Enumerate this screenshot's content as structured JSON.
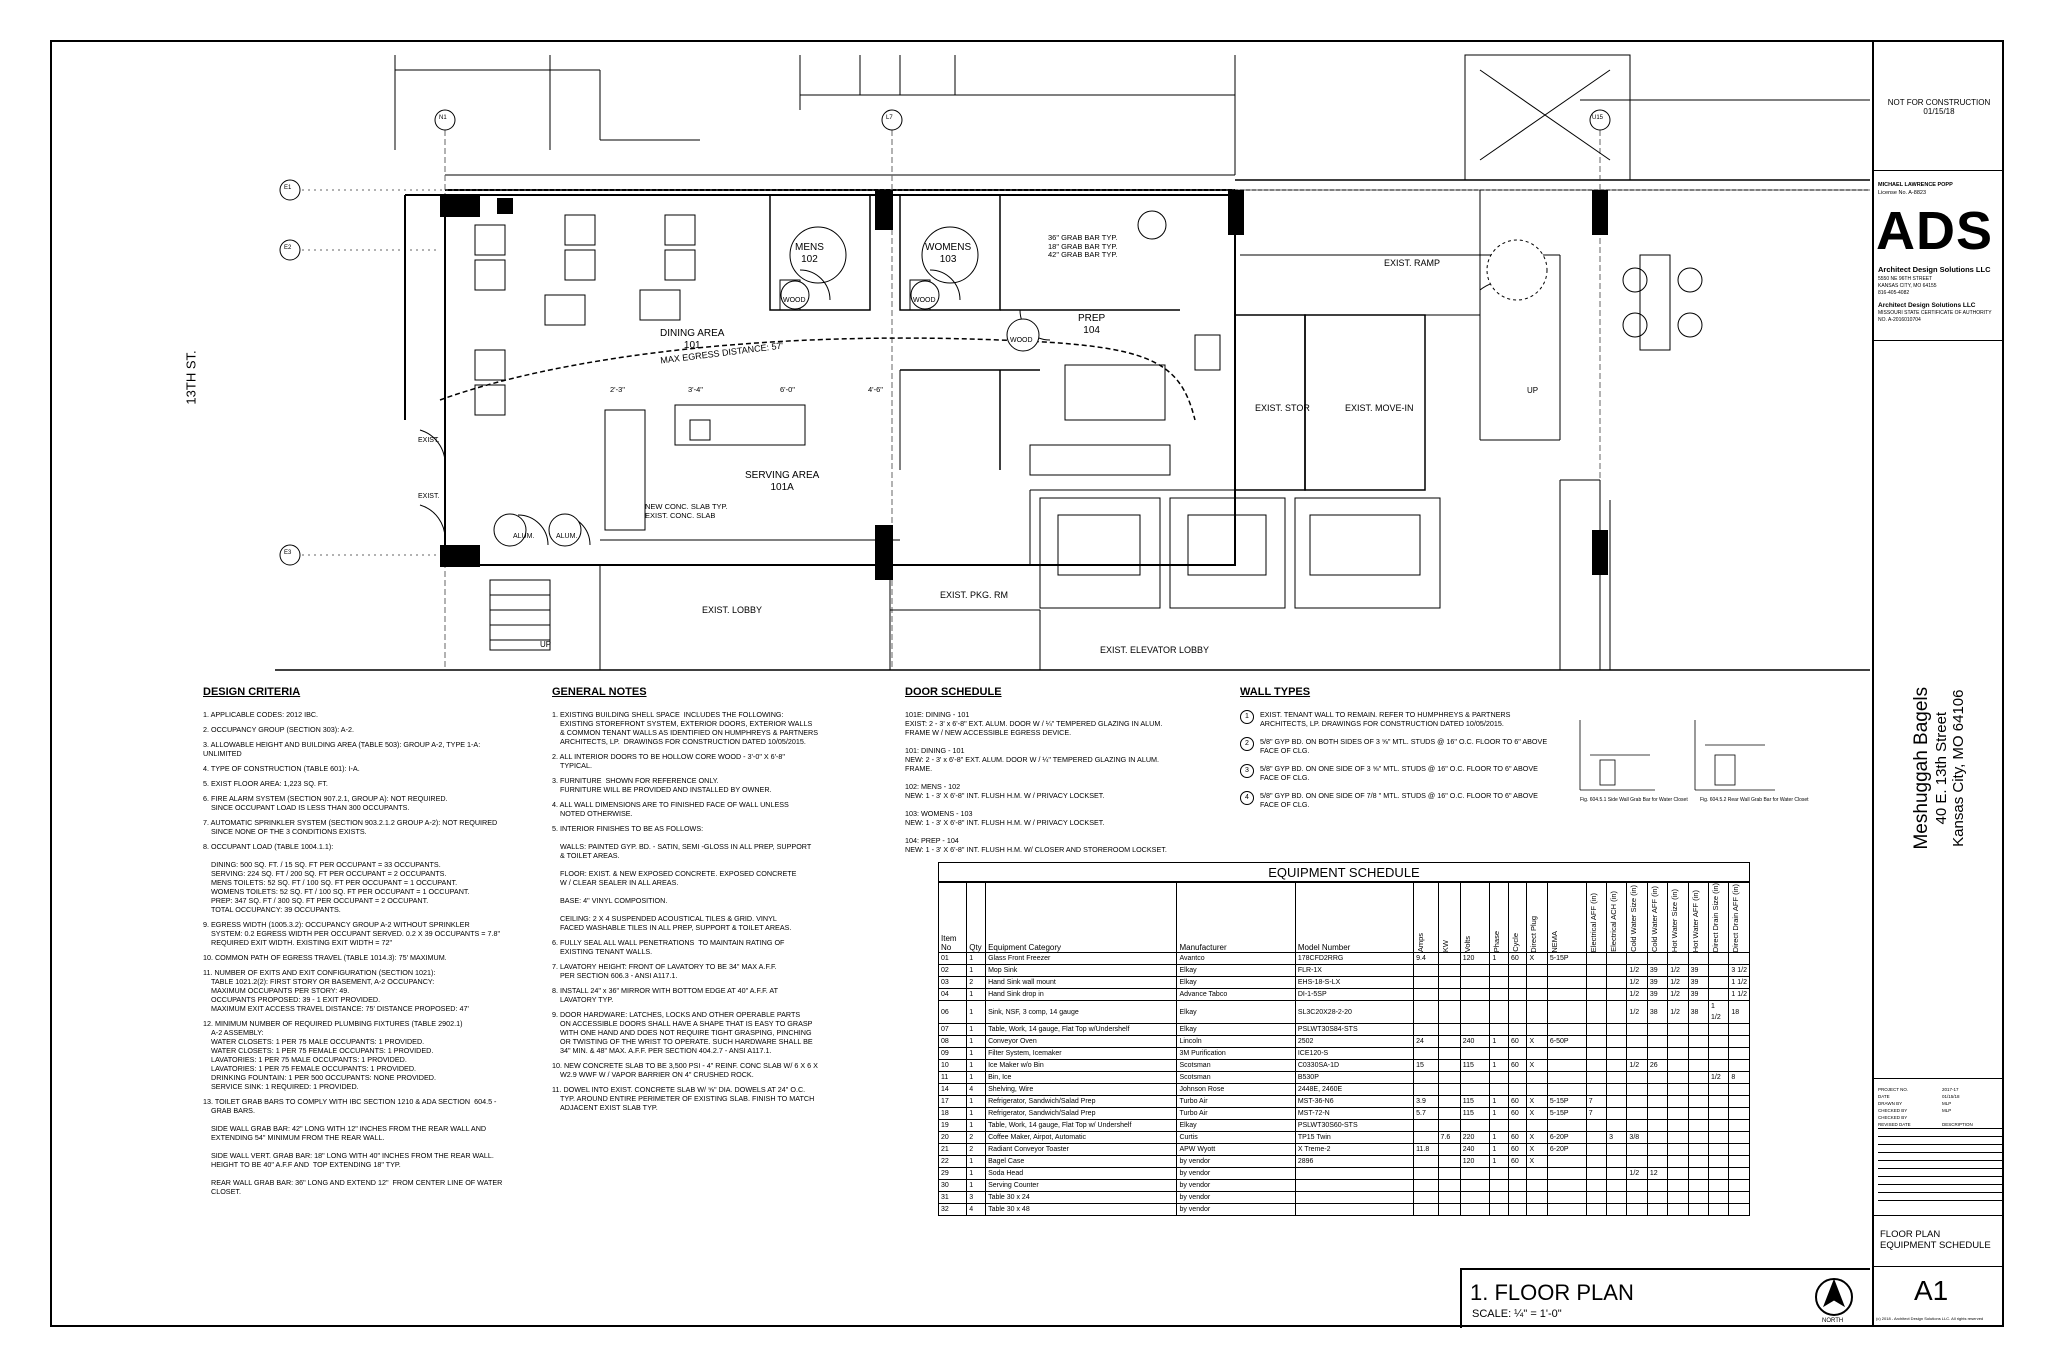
{
  "title_block": {
    "stamp": "NOT FOR CONSTRUCTION",
    "stamp_date": "01/15/18",
    "architect_name": "MICHAEL LAWRENCE POPP",
    "license": "License No. A-8823",
    "logo": "ADS",
    "firm": "Architect Design Solutions LLC",
    "addr1": "5550 NE 96TH STREET",
    "addr2": "KANSAS CITY, MO 64155",
    "phone": "816-405-4082",
    "firm2": "Architect Design Solutions LLC",
    "cert": "MISSOURI STATE CERTIFICATE OF AUTHORITY",
    "cert_no": "NO. A-2016010704",
    "project": "Meshuggah Bagels",
    "street": "40 E. 13th Street",
    "city": "Kansas City, MO 64106",
    "sheet_title_1": "FLOOR PLAN",
    "sheet_title_2": "EQUIPMENT SCHEDULE",
    "sheet_no": "A1",
    "copyright": "(c) 2018 - Architect Design Solutions LLC. All rights reserved",
    "meta": [
      {
        "k": "PROJECT NO.",
        "v": "2017-17"
      },
      {
        "k": "DATE",
        "v": "01/15/18"
      },
      {
        "k": "DRAWN BY",
        "v": "MLP"
      },
      {
        "k": "CHECKED BY",
        "v": "MLP"
      },
      {
        "k": "CHECKED BY",
        "v": ""
      },
      {
        "k": "REVISED DATE",
        "v": "DESCRIPTION"
      }
    ]
  },
  "plan": {
    "street": "13TH ST.",
    "rooms": [
      {
        "label": "DINING AREA",
        "num": "101"
      },
      {
        "label": "MENS",
        "num": "102"
      },
      {
        "label": "WOMENS",
        "num": "103"
      },
      {
        "label": "PREP",
        "num": "104"
      },
      {
        "label": "SERVING AREA",
        "num": "101A"
      }
    ],
    "egress": "MAX EGRESS DISTANCE: 57'",
    "exist_ramp": "EXIST. RAMP",
    "exist_stor": "EXIST. STOR",
    "exist_movein": "EXIST. MOVE-IN",
    "exist_lobby": "EXIST. LOBBY",
    "exist_pkg": "EXIST. PKG. RM",
    "exist_elev": "EXIST. ELEVATOR LOBBY",
    "up": "UP",
    "grab1": "36\" GRAB BAR TYP.",
    "grab2": "18\" GRAB BAR TYP.",
    "grab3": "42\" GRAB BAR TYP.",
    "slab1": "NEW CONC. SLAB TYP.",
    "slab2": "EXIST. CONC. SLAB",
    "door_exist": "EXIST.",
    "door_alum": "ALUM.",
    "door_wood": "WOOD",
    "dims": [
      "2'-3\"",
      "3'-4\"",
      "6'-0\"",
      "4'-6\""
    ],
    "grid": [
      "E1",
      "E2",
      "E3",
      "N1",
      "L7",
      "U15"
    ]
  },
  "design_criteria": {
    "title": "DESIGN CRITERIA",
    "items": [
      "1. APPLICABLE CODES: 2012 IBC.",
      "2. OCCUPANCY GROUP (SECTION 303): A-2.",
      "3. ALLOWABLE HEIGHT AND BUILDING AREA (TABLE 503): GROUP A-2, TYPE 1-A:\nUNLIMITED",
      "4. TYPE OF CONSTRUCTION (TABLE 601): I-A.",
      "5. EXIST FLOOR AREA: 1,223 SQ. FT.",
      "6. FIRE ALARM SYSTEM (SECTION 907.2.1, GROUP A): NOT REQUIRED.\n    SINCE OCCUPANT LOAD IS LESS THAN 300 OCCUPANTS.",
      "7. AUTOMATIC SPRINKLER SYSTEM (SECTION 903.2.1.2 GROUP A-2): NOT REQUIRED\n    SINCE NONE OF THE 3 CONDITIONS EXISTS.",
      "8. OCCUPANT LOAD (TABLE 1004.1.1):\n\n    DINING: 500 SQ. FT. / 15 SQ. FT PER OCCUPANT = 33 OCCUPANTS.\n    SERVING: 224 SQ. FT / 200 SQ. FT PER OCCUPANT = 2 OCCUPANTS.\n    MENS TOILETS: 52 SQ. FT / 100 SQ. FT PER OCCUPANT = 1 OCCUPANT.\n    WOMENS TOILETS: 52 SQ. FT / 100 SQ. FT PER OCCUPANT = 1 OCCUPANT.\n    PREP: 347 SQ. FT / 300 SQ. FT PER OCCUPANT = 2 OCCUPANT.\n    TOTAL OCCUPANCY: 39 OCCUPANTS.",
      "9. EGRESS WIDTH (1005.3.2): OCCUPANCY GROUP A-2 WITHOUT SPRINKLER\n    SYSTEM: 0.2 EGRESS WIDTH PER OCCUPANT SERVED. 0.2 X 39 OCCUPANTS = 7.8\"\n    REQUIRED EXIT WIDTH. EXISTING EXIT WIDTH = 72\"",
      "10. COMMON PATH OF EGRESS TRAVEL (TABLE 1014.3): 75' MAXIMUM.",
      "11. NUMBER OF EXITS AND EXIT CONFIGURATION (SECTION 1021):\n    TABLE 1021.2(2): FIRST STORY OR BASEMENT, A-2 OCCUPANCY:\n    MAXIMUM OCCUPANTS PER STORY: 49.\n    OCCUPANTS PROPOSED: 39 - 1 EXIT PROVIDED.\n    MAXIMUM EXIT ACCESS TRAVEL DISTANCE: 75' DISTANCE PROPOSED: 47'",
      "12. MINIMUM NUMBER OF REQUIRED PLUMBING FIXTURES (TABLE 2902.1)\n    A-2 ASSEMBLY:\n    WATER CLOSETS: 1 PER 75 MALE OCCUPANTS: 1 PROVIDED.\n    WATER CLOSETS: 1 PER 75 FEMALE OCCUPANTS: 1 PROVIDED.\n    LAVATORIES: 1 PER 75 MALE OCCUPANTS: 1 PROVIDED.\n    LAVATORIES: 1 PER 75 FEMALE OCCUPANTS: 1 PROVIDED.\n    DRINKING FOUNTAIN: 1 PER 500 OCCUPANTS: NONE PROVIDED.\n    SERVICE SINK: 1 REQUIRED: 1 PROVIDED.",
      "13. TOILET GRAB BARS TO COMPLY WITH IBC SECTION 1210 & ADA SECTION  604.5 -\n    GRAB BARS.\n\n    SIDE WALL GRAB BAR: 42\" LONG WITH 12\" INCHES FROM THE REAR WALL AND\n    EXTENDING 54\" MINIMUM FROM THE REAR WALL.\n\n    SIDE WALL VERT. GRAB BAR: 18\" LONG WITH 40\" INCHES FROM THE REAR WALL.\n    HEIGHT TO BE 40\" A.F.F AND  TOP EXTENDING 18\" TYP.\n\n    REAR WALL GRAB BAR: 36\" LONG AND EXTEND 12\"  FROM CENTER LINE OF WATER\n    CLOSET."
    ]
  },
  "general_notes": {
    "title": "GENERAL NOTES",
    "items": [
      "1. EXISTING BUILDING SHELL SPACE  INCLUDES THE FOLLOWING:\n    EXISTING STOREFRONT SYSTEM, EXTERIOR DOORS, EXTERIOR WALLS\n    & COMMON TENANT WALLS AS IDENTIFIED ON HUMPHREYS & PARTNERS\n    ARCHITECTS, LP.  DRAWINGS FOR CONSTRUCTION DATED 10/05/2015.",
      "2. ALL INTERIOR DOORS TO BE HOLLOW CORE WOOD - 3'-0\" X 6'-8\"\n    TYPICAL.",
      "3. FURNITURE  SHOWN FOR REFERENCE ONLY.\n    FURNITURE WILL BE PROVIDED AND INSTALLED BY OWNER.",
      "4. ALL WALL DIMENSIONS ARE TO FINISHED FACE OF WALL UNLESS\n    NOTED OTHERWISE.",
      "5. INTERIOR FINISHES TO BE AS FOLLOWS:\n\n    WALLS: PAINTED GYP. BD. - SATIN, SEMI -GLOSS IN ALL PREP, SUPPORT\n    & TOILET AREAS.\n\n    FLOOR: EXIST. & NEW EXPOSED CONCRETE. EXPOSED CONCRETE\n    W / CLEAR SEALER IN ALL AREAS.\n\n    BASE: 4\" VINYL COMPOSITION.\n\n    CEILING: 2 X 4 SUSPENDED ACOUSTICAL TILES & GRID. VINYL\n    FACED WASHABLE TILES IN ALL PREP, SUPPORT & TOILET AREAS.",
      "6. FULLY SEAL ALL WALL PENETRATIONS  TO MAINTAIN RATING OF\n    EXISTING TENANT WALLS.",
      "7. LAVATORY HEIGHT: FRONT OF LAVATORY TO BE 34\" MAX A.F.F.\n    PER SECTION 606.3 - ANSI A117.1.",
      "8. INSTALL 24\" x 36\" MIRROR WITH BOTTOM EDGE AT 40\" A.F.F. AT\n    LAVATORY TYP.",
      "9. DOOR HARDWARE: LATCHES, LOCKS AND OTHER OPERABLE PARTS\n    ON ACCESSIBLE DOORS SHALL HAVE A SHAPE THAT IS EASY TO GRASP\n    WITH ONE HAND AND DOES NOT REQUIRE TIGHT GRASPING, PINCHING\n    OR TWISTING OF THE WRIST TO OPERATE. SUCH HARDWARE SHALL BE\n    34\" MIN. & 48\" MAX. A.F.F. PER SECTION 404.2.7 - ANSI A117.1.",
      "10. NEW CONCRETE SLAB TO BE 3,500 PSI - 4\" REINF. CONC SLAB W/ 6 X 6 X\n    W2.9 WWF W / VAPOR BARRIER ON 4\" CRUSHED ROCK.",
      "11. DOWEL INTO EXIST. CONCRETE SLAB W/ ⅝\" DIA. DOWELS AT 24\" O.C.\n    TYP. AROUND ENTIRE PERIMETER OF EXISTING SLAB. FINISH TO MATCH\n    ADJACENT EXIST SLAB TYP."
    ]
  },
  "door_schedule": {
    "title": "DOOR SCHEDULE",
    "items": [
      "101E: DINING - 101\nEXIST: 2 - 3' x 6'-8\" EXT. ALUM. DOOR W / ¼\" TEMPERED GLAZING IN ALUM.\nFRAME W / NEW ACCESSIBLE EGRESS DEVICE.",
      "101: DINING - 101\nNEW: 2 - 3' x 6'-8\" EXT. ALUM. DOOR W / ¼\" TEMPERED GLAZING IN ALUM.\nFRAME.",
      "102: MENS - 102\nNEW: 1 - 3' X 6'-8\" INT. FLUSH H.M. W / PRIVACY LOCKSET.",
      "103: WOMENS - 103\nNEW: 1 - 3' X 6'-8\" INT. FLUSH H.M. W / PRIVACY LOCKSET.",
      "104: PREP - 104\nNEW: 1 - 3' X 6'-8\" INT. FLUSH H.M. W/ CLOSER AND STOREROOM LOCKSET."
    ]
  },
  "wall_types": {
    "title": "WALL TYPES",
    "items": [
      {
        "n": "1",
        "t": "EXIST. TENANT WALL TO REMAIN. REFER TO HUMPHREYS & PARTNERS\nARCHITECTS, LP. DRAWINGS FOR CONSTRUCTION DATED 10/05/2015."
      },
      {
        "n": "2",
        "t": "5/8\" GYP BD. ON BOTH SIDES OF 3 ⅝\" MTL. STUDS @ 16\" O.C. FLOOR TO 6\" ABOVE\nFACE OF CLG."
      },
      {
        "n": "3",
        "t": "5/8\" GYP BD. ON ONE SIDE OF 3 ⅝\" MTL. STUDS @ 16\" O.C. FLOOR TO 6\" ABOVE\nFACE OF CLG."
      },
      {
        "n": "4",
        "t": "5/8\" GYP BD. ON ONE SIDE OF 7/8 \" MTL. STUDS @ 16\" O.C. FLOOR TO 6\" ABOVE\nFACE OF CLG."
      }
    ],
    "fig1": "Fig. 604.5.1\nSide Wall Grab Bar for Water Closet",
    "fig2": "Fig. 604.5.2\nRear Wall Grab Bar for Water Closet"
  },
  "equipment_schedule": {
    "title": "EQUIPMENT SCHEDULE",
    "headers": [
      "Item No",
      "Qty",
      "Equipment Category",
      "Manufacturer",
      "Model Number",
      "Amps",
      "KW",
      "Volts",
      "Phase",
      "Cycle",
      "Direct Plug",
      "NEMA",
      "Electrical AFF (in)",
      "Electrical ACH (in)",
      "Cold Water Size (in)",
      "Cold Water AFF (in)",
      "Hot Water Size (in)",
      "Hot Water AFF (in)",
      "Direct Drain Size (in)",
      "Direct Drain AFF (in)"
    ],
    "rows": [
      [
        "01",
        "1",
        "Glass Front Freezer",
        "Avantco",
        "178CFD2RRG",
        "9.4",
        "",
        "120",
        "1",
        "60",
        "X",
        "5-15P",
        "",
        "",
        "",
        "",
        "",
        "",
        "",
        ""
      ],
      [
        "02",
        "1",
        "Mop Sink",
        "Elkay",
        "FLR-1X",
        "",
        "",
        "",
        "",
        "",
        "",
        "",
        "",
        "",
        "1/2",
        "39",
        "1/2",
        "39",
        "",
        "3 1/2"
      ],
      [
        "03",
        "2",
        "Hand Sink wall mount",
        "Elkay",
        "EHS-18-S-LX",
        "",
        "",
        "",
        "",
        "",
        "",
        "",
        "",
        "",
        "1/2",
        "39",
        "1/2",
        "39",
        "",
        "1 1/2"
      ],
      [
        "04",
        "1",
        "Hand Sink drop in",
        "Advance Tabco",
        "DI-1-5SP",
        "",
        "",
        "",
        "",
        "",
        "",
        "",
        "",
        "",
        "1/2",
        "39",
        "1/2",
        "39",
        "",
        "1 1/2"
      ],
      [
        "06",
        "1",
        "Sink, NSF, 3 comp, 14 gauge",
        "Elkay",
        "SL3C20X28-2-20",
        "",
        "",
        "",
        "",
        "",
        "",
        "",
        "",
        "",
        "1/2",
        "38",
        "1/2",
        "38",
        "1 1/2",
        "18"
      ],
      [
        "07",
        "1",
        "Table, Work, 14 gauge, Flat Top w/Undershelf",
        "Elkay",
        "PSLWT30S84-STS",
        "",
        "",
        "",
        "",
        "",
        "",
        "",
        "",
        "",
        "",
        "",
        "",
        "",
        "",
        ""
      ],
      [
        "08",
        "1",
        "Conveyor Oven",
        "Lincoln",
        "2502",
        "24",
        "",
        "240",
        "1",
        "60",
        "X",
        "6-50P",
        "",
        "",
        "",
        "",
        "",
        "",
        "",
        ""
      ],
      [
        "09",
        "1",
        "Filter System, Icemaker",
        "3M Purification",
        "ICE120-S",
        "",
        "",
        "",
        "",
        "",
        "",
        "",
        "",
        "",
        "",
        "",
        "",
        "",
        "",
        ""
      ],
      [
        "10",
        "1",
        "Ice Maker w/o Bin",
        "Scotsman",
        "C0330SA-1D",
        "15",
        "",
        "115",
        "1",
        "60",
        "X",
        "",
        "",
        "",
        "1/2",
        "26",
        "",
        "",
        "",
        ""
      ],
      [
        "11",
        "1",
        "Bin, Ice",
        "Scotsman",
        "B530P",
        "",
        "",
        "",
        "",
        "",
        "",
        "",
        "",
        "",
        "",
        "",
        "",
        "",
        "1/2",
        "8"
      ],
      [
        "14",
        "4",
        "Shelving, Wire",
        "Johnson Rose",
        "2448E, 2460E",
        "",
        "",
        "",
        "",
        "",
        "",
        "",
        "",
        "",
        "",
        "",
        "",
        "",
        "",
        ""
      ],
      [
        "17",
        "1",
        "Refrigerator, Sandwich/Salad Prep",
        "Turbo Air",
        "MST-36-N6",
        "3.9",
        "",
        "115",
        "1",
        "60",
        "X",
        "5-15P",
        "7",
        "",
        "",
        "",
        "",
        "",
        "",
        ""
      ],
      [
        "18",
        "1",
        "Refrigerator, Sandwich/Salad Prep",
        "Turbo Air",
        "MST-72-N",
        "5.7",
        "",
        "115",
        "1",
        "60",
        "X",
        "5-15P",
        "7",
        "",
        "",
        "",
        "",
        "",
        "",
        ""
      ],
      [
        "19",
        "1",
        "Table, Work, 14 gauge, Flat Top w/ Undershelf",
        "Elkay",
        "PSLWT30S60-STS",
        "",
        "",
        "",
        "",
        "",
        "",
        "",
        "",
        "",
        "",
        "",
        "",
        "",
        "",
        ""
      ],
      [
        "20",
        "2",
        "Coffee Maker, Airpot, Automatic",
        "Curtis",
        "TP15 Twin",
        "",
        "7.6",
        "220",
        "1",
        "60",
        "X",
        "6-20P",
        "",
        "3",
        "3/8",
        "",
        "",
        "",
        "",
        ""
      ],
      [
        "21",
        "2",
        "Radiant Conveyor Toaster",
        "APW Wyott",
        "X Treme-2",
        "11.8",
        "",
        "240",
        "1",
        "60",
        "X",
        "6-20P",
        "",
        "",
        "",
        "",
        "",
        "",
        "",
        ""
      ],
      [
        "22",
        "1",
        "Bagel Case",
        "by vendor",
        "2896",
        "",
        "",
        "120",
        "1",
        "60",
        "X",
        "",
        "",
        "",
        "",
        "",
        "",
        "",
        "",
        ""
      ],
      [
        "29",
        "1",
        "Soda Head",
        "by vendor",
        "",
        "",
        "",
        "",
        "",
        "",
        "",
        "",
        "",
        "",
        "1/2",
        "12",
        "",
        "",
        "",
        ""
      ],
      [
        "30",
        "1",
        "Serving Counter",
        "by vendor",
        "",
        "",
        "",
        "",
        "",
        "",
        "",
        "",
        "",
        "",
        "",
        "",
        "",
        "",
        "",
        ""
      ],
      [
        "31",
        "3",
        "Table 30 x 24",
        "by vendor",
        "",
        "",
        "",
        "",
        "",
        "",
        "",
        "",
        "",
        "",
        "",
        "",
        "",
        "",
        "",
        ""
      ],
      [
        "32",
        "4",
        "Table 30 x 48",
        "by vendor",
        "",
        "",
        "",
        "",
        "",
        "",
        "",
        "",
        "",
        "",
        "",
        "",
        "",
        "",
        "",
        ""
      ]
    ]
  },
  "footer": {
    "plan_title": "1. FLOOR PLAN",
    "scale": "SCALE: ¼\" = 1'-0\"",
    "north": "NORTH"
  }
}
